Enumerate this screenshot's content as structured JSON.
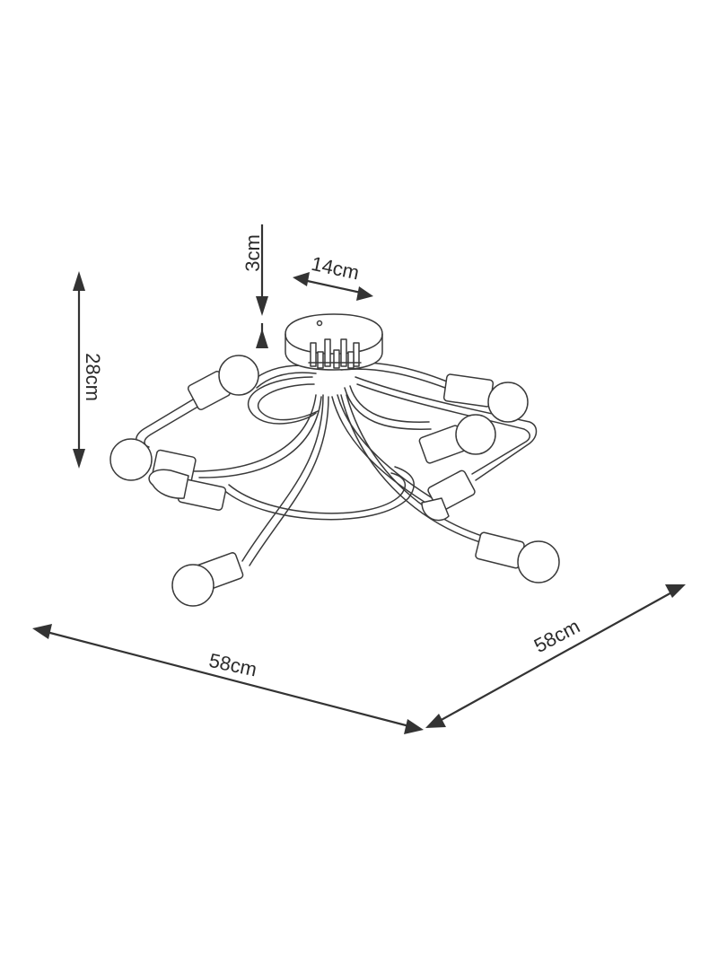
{
  "dimensions": {
    "canopy_height": "3cm",
    "canopy_diameter": "14cm",
    "total_height": "28cm",
    "width": "58cm",
    "depth": "58cm"
  },
  "colors": {
    "line": "#3a3a3a",
    "background": "#ffffff"
  }
}
